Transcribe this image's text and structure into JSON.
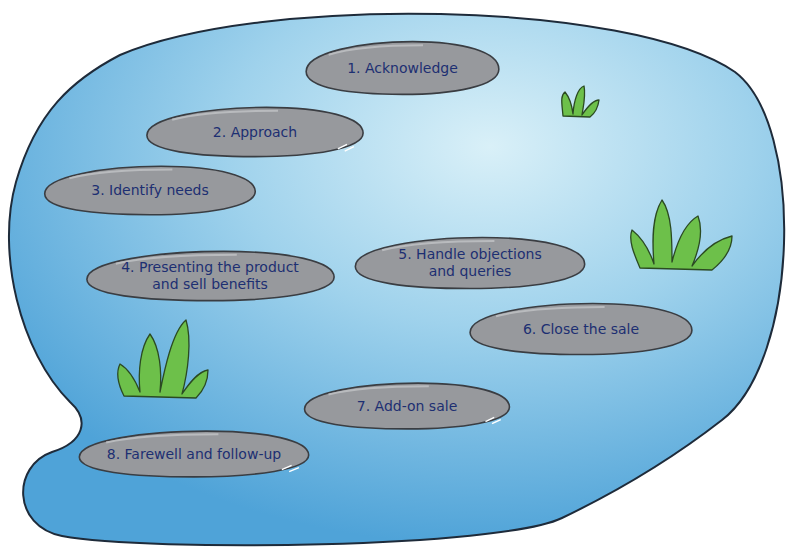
{
  "diagram": {
    "nodes": [
      {
        "text": [
          "1. Acknowledge"
        ]
      },
      {
        "text": [
          "2. Approach"
        ]
      },
      {
        "text": [
          "3. Identify needs"
        ]
      },
      {
        "text": [
          "4. Presenting the product and sell benefits"
        ]
      },
      {
        "text": [
          "5. Handle objections and queries"
        ]
      },
      {
        "text": [
          "6. Close the sale"
        ]
      },
      {
        "text": [
          "7. Add-on sale"
        ]
      },
      {
        "text": [
          "8. Farewell and follow-up"
        ]
      }
    ]
  }
}
